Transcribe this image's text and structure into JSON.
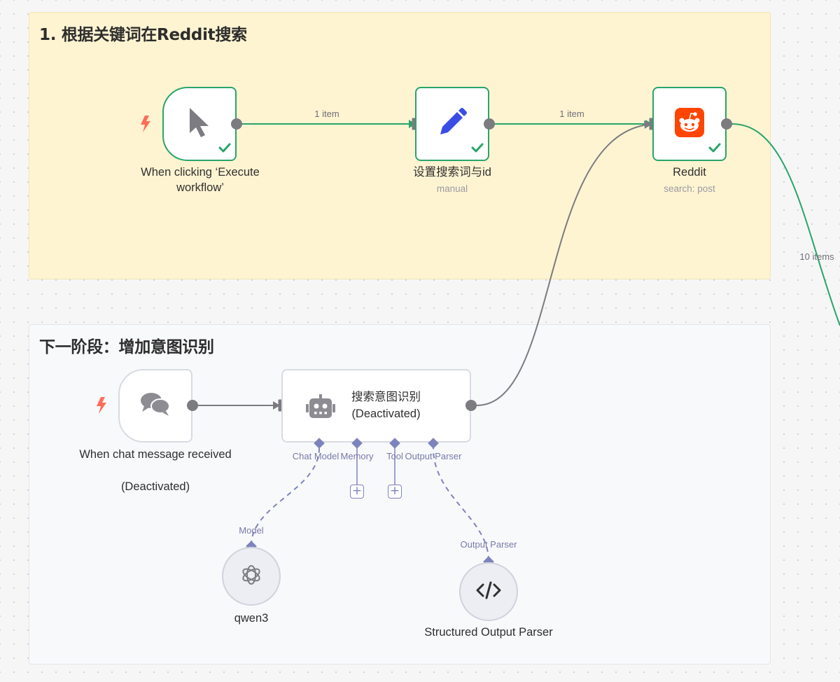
{
  "stickies": {
    "group1_title": "1. 根据关键词在Reddit搜索",
    "group2_title": "下一阶段：增加意图识别"
  },
  "nodes": {
    "manual_trigger": {
      "label": "When clicking ‘Execute workflow’",
      "icon": "cursor-icon",
      "status": "success"
    },
    "set_node": {
      "label": "设置搜索词与id",
      "sublabel": "manual",
      "icon": "pencil-icon",
      "status": "success"
    },
    "reddit_node": {
      "label": "Reddit",
      "sublabel": "search: post",
      "icon": "reddit-icon",
      "status": "success"
    },
    "chat_trigger": {
      "label": "When chat message received",
      "status_text": "(Deactivated)",
      "icon": "chat-bubbles-icon"
    },
    "agent_node": {
      "label": "搜索意图识别",
      "status_text": "(Deactivated)",
      "icon": "robot-icon"
    },
    "model_node": {
      "label": "qwen3",
      "icon": "openai-icon"
    },
    "parser_node": {
      "label": "Structured Output Parser",
      "icon": "code-icon"
    }
  },
  "edges": {
    "trigger_to_set": "1 item",
    "set_to_reddit": "1 item",
    "reddit_out": "10 items"
  },
  "agent_connectors": {
    "chat_model": "Chat Model",
    "memory": "Memory",
    "tool": "Tool",
    "output_parser": "Output Parser"
  },
  "sub_connectors": {
    "model": "Model",
    "output_parser": "Output Parser"
  },
  "colors": {
    "success": "#29a56a",
    "sticky_yellow": "#fff4d2",
    "connector": "#7d84bd",
    "trigger_bolt": "#ff6d5a",
    "reddit": "#ff4500"
  }
}
